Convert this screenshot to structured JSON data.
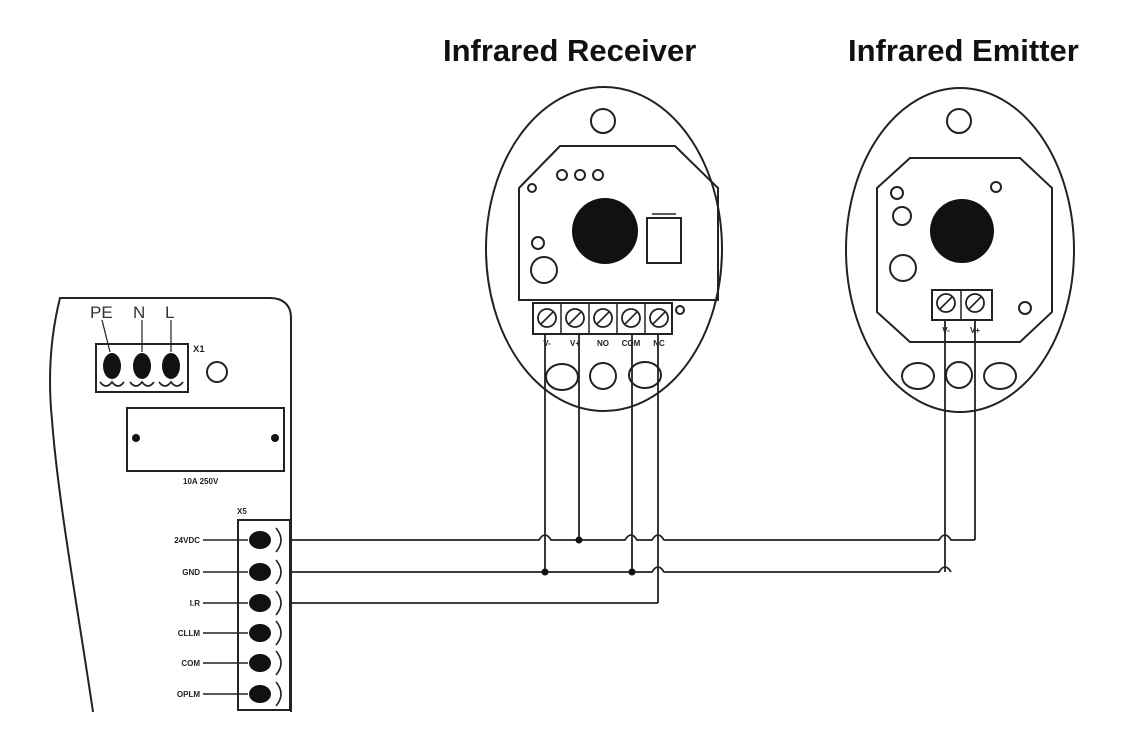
{
  "titles": {
    "receiver": "Infrared Receiver",
    "emitter": "Infrared Emitter"
  },
  "controller": {
    "mains_labels": [
      "PE",
      "N",
      "L"
    ],
    "x1_label": "X1",
    "fuse_rating": "10A 250V",
    "x5_label": "X5",
    "terminal_labels": [
      "24VDC",
      "GND",
      "I.R",
      "CLLM",
      "COM",
      "OPLM"
    ]
  },
  "receiver": {
    "terminal_labels": [
      "V-",
      "V+",
      "NO",
      "COM",
      "NC"
    ]
  },
  "emitter": {
    "terminal_labels": [
      "V-",
      "V+"
    ]
  },
  "colors": {
    "line": "#222222",
    "background": "#ffffff"
  }
}
